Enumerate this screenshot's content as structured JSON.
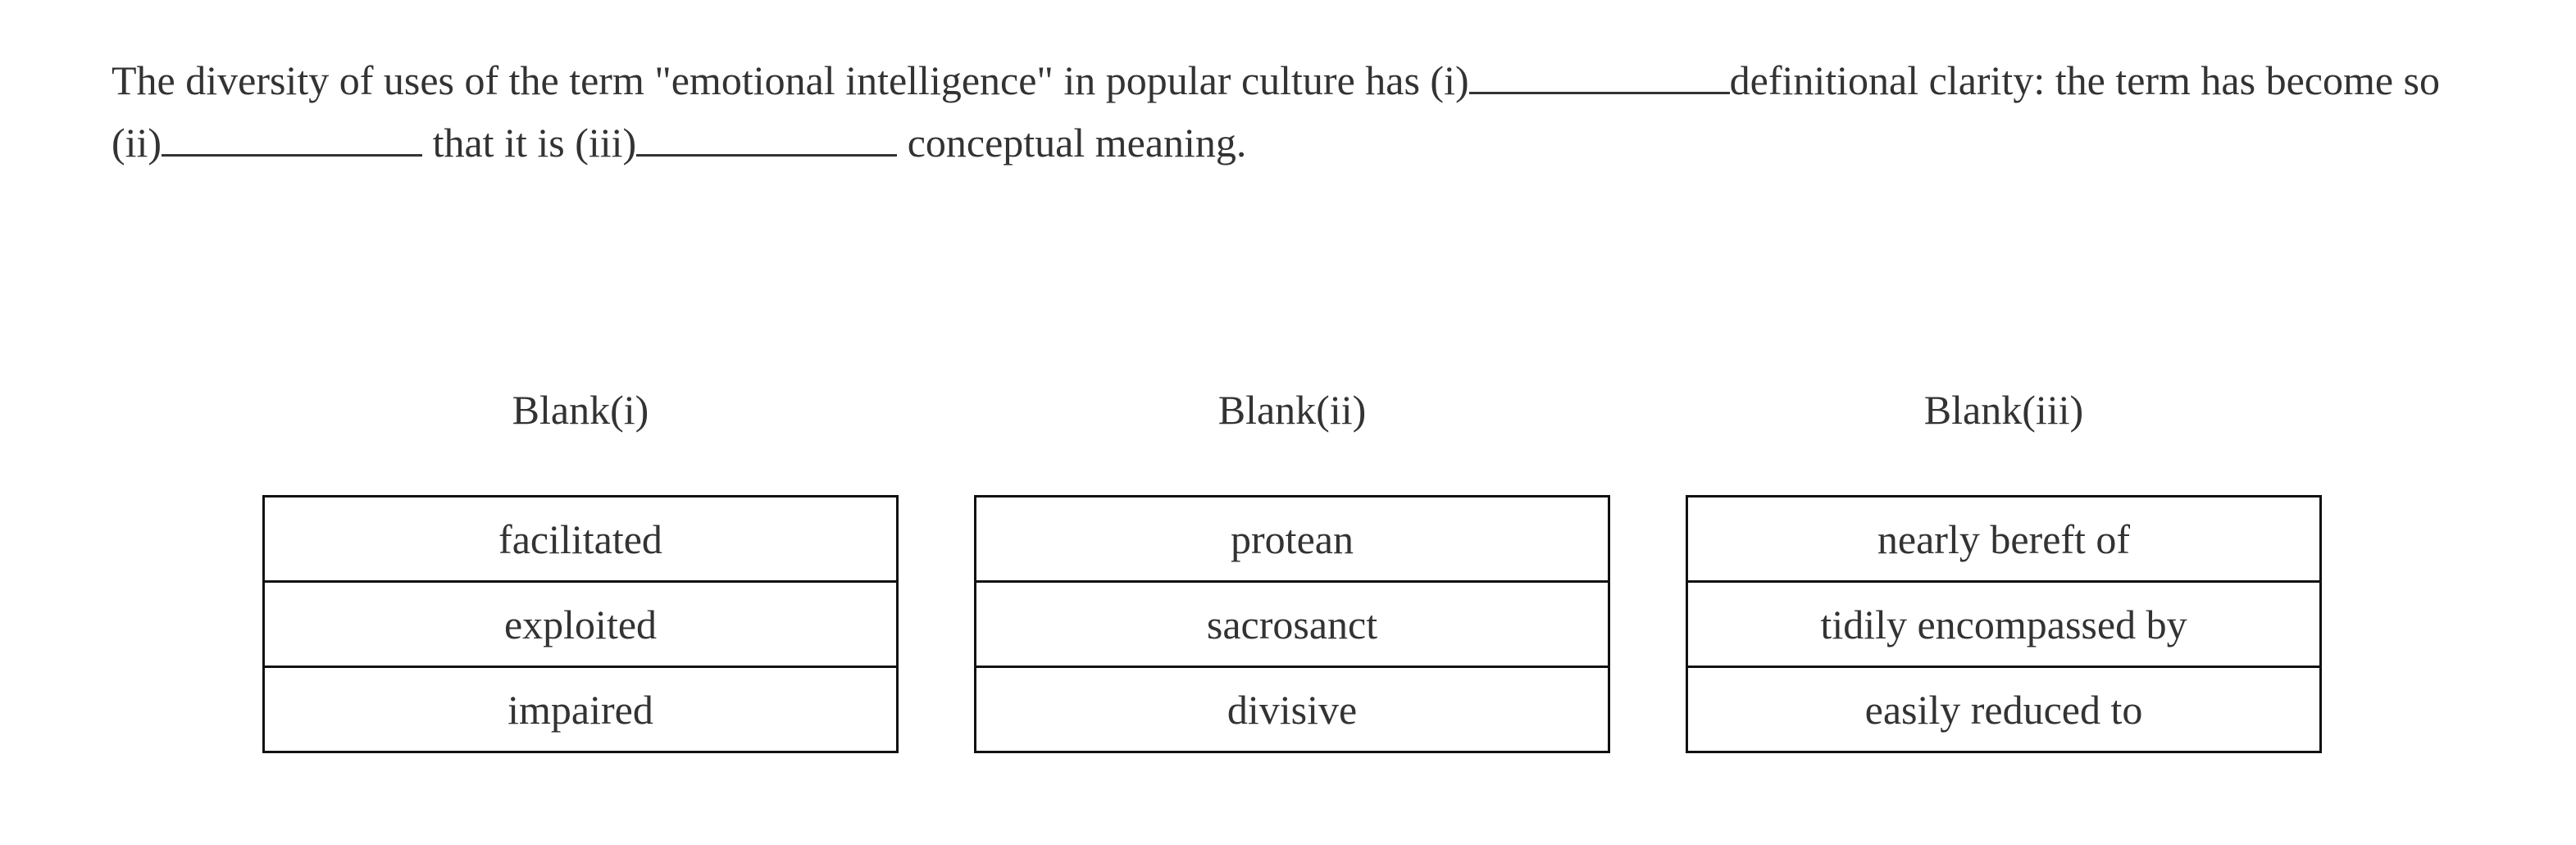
{
  "question": {
    "segments": {
      "s1": "The diversity of uses of the term \"emotional intelligence\" in popular culture has (i)",
      "s2": "definitional clarity: the term has become so (ii)",
      "s3": " that it is (iii)",
      "s4": " conceptual meaning."
    }
  },
  "blanks": [
    {
      "label": "Blank(i)",
      "options": [
        "facilitated",
        "exploited",
        "impaired"
      ]
    },
    {
      "label": "Blank(ii)",
      "options": [
        "protean",
        "sacrosanct",
        "divisive"
      ]
    },
    {
      "label": "Blank(iii)",
      "options": [
        "nearly bereft of",
        "tidily encompassed by",
        "easily reduced to"
      ]
    }
  ],
  "colors": {
    "text": "#333333",
    "border": "#111111",
    "background": "#ffffff"
  }
}
